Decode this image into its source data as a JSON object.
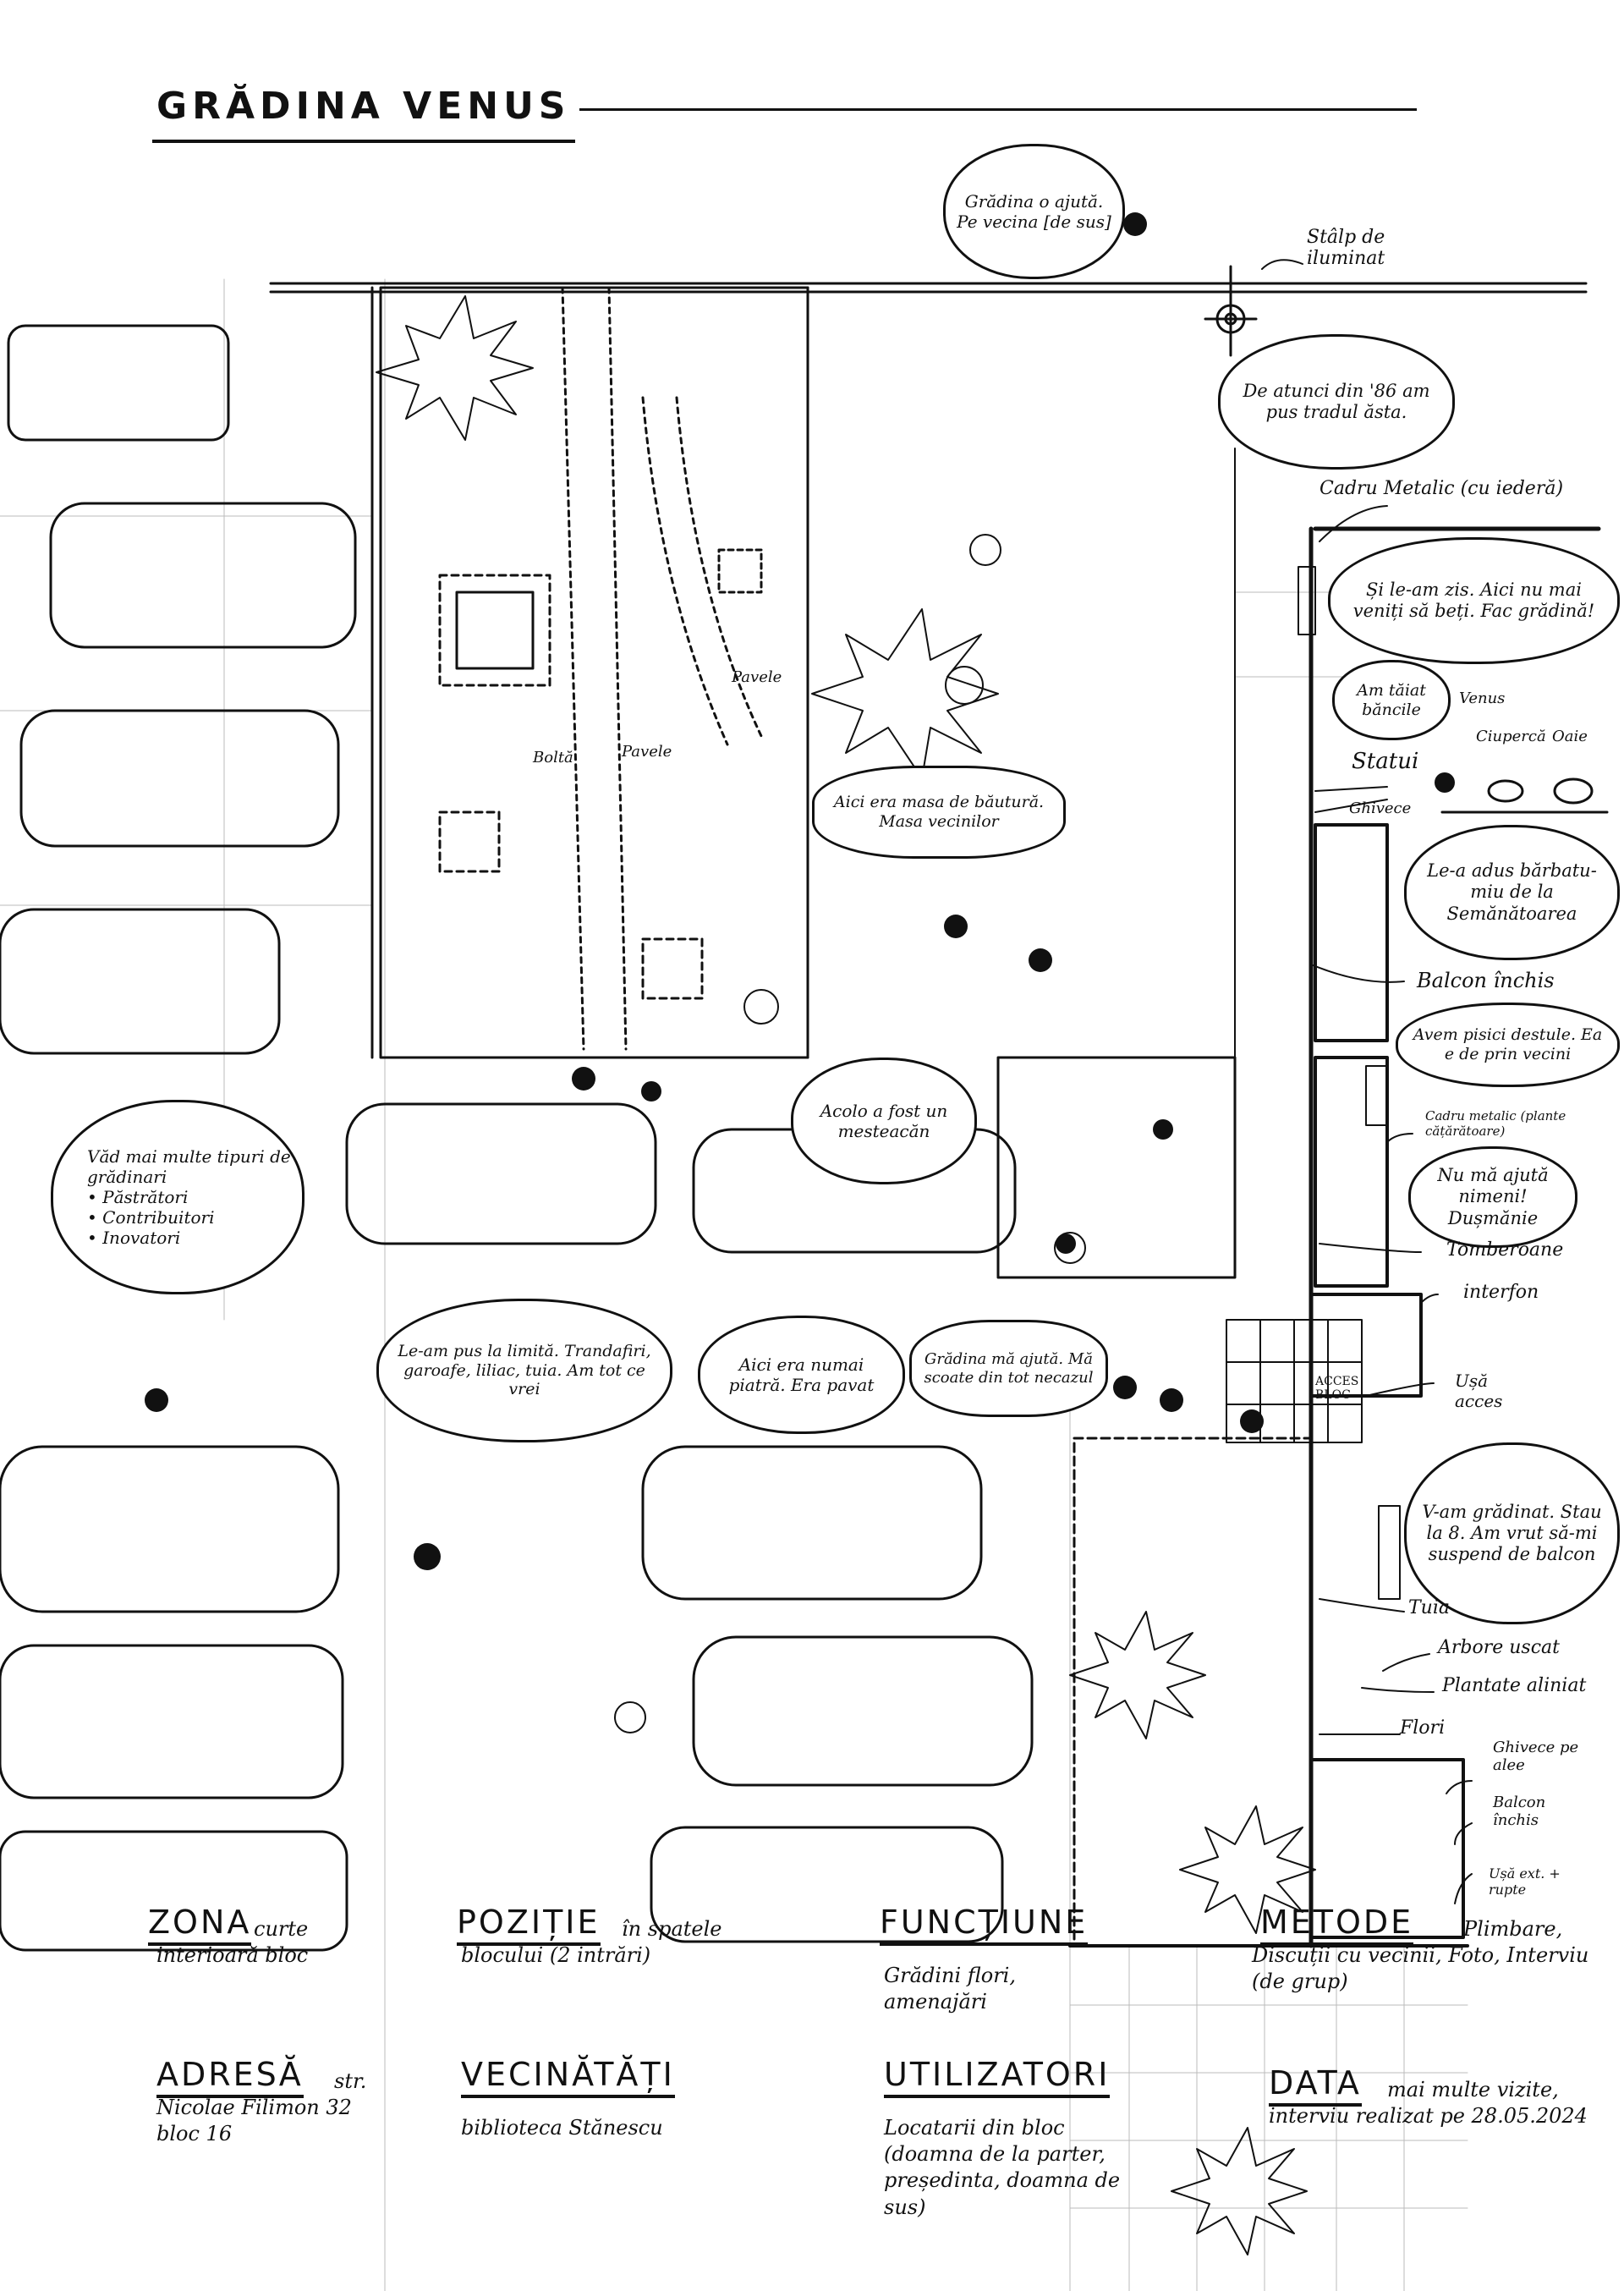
{
  "title": "GRĂDINA VENUS",
  "site_labels": {
    "stalp": "Stâlp de iluminat",
    "cadru_metalic_top": "Cadru Metalic (cu iederă)",
    "statui": "Statui",
    "statui_items": [
      "Venus",
      "Ciupercă",
      "Oaie"
    ],
    "ghivece": "Ghivece",
    "balcon_inchis": "Balcon închis",
    "cadru_metalic_mid": "Cadru metalic (plante cățărătoare)",
    "tomberoane": "Tomberoane",
    "interfon": "interfon",
    "usa_acces": "Ușă acces",
    "acces_bloc": "ACCES BLOC",
    "tuia": "Tuia",
    "arbore_uscat": "Arbore uscat",
    "plantate_aliniat": "Plantate aliniat",
    "flori": "Flori",
    "ghivece_alee": "Ghivece pe alee",
    "balcon_inchis_2": "Balcon închis",
    "usa_ext": "Ușă ext. + rupte",
    "pavele_1": "Pavele",
    "pavele_2": "Pavele",
    "bolta": "Boltă"
  },
  "bubbles": {
    "gradina_ajuta": "Grădina o ajută. Pe vecina [de sus]",
    "de_atunci": "De atunci din '86 am pus tradul ăsta.",
    "si_le_am_zis": "Și le-am zis. Aici nu mai veniți să beți. Fac grădină!",
    "am_taiat": "Am tăiat băncile",
    "masa": "Aici era masa de băutură. Masa vecinilor",
    "le_a_adus": "Le-a adus bărbatu-miu de la Semănătoarea",
    "avem_pisici": "Avem pisici destule. Ea e de prin vecini",
    "nu_ma_ajuta": "Nu mă ajută nimeni! Dușmănie",
    "acolo": "Acolo a fost un mesteacăn",
    "tipuri": {
      "heading": "Văd mai multe tipuri de grădinari",
      "items": [
        "Păstrători",
        "Contribuitori",
        "Inovatori"
      ]
    },
    "le_am_pus": "Le-am pus la limită. Trandafiri, garoafe, liliac, tuia. Am tot ce vrei",
    "aici_era": "Aici era numai piatră. Era pavat",
    "gradina_ma_ajuta": "Grădina mă ajută. Mă scoate din tot necazul",
    "v_am_gradinat": "V-am grădinat. Stau la 8. Am vrut să-mi suspend de balcon"
  },
  "info": {
    "zona": {
      "label": "ZONA",
      "value": "curte interioară bloc"
    },
    "pozitie": {
      "label": "POZIȚIE",
      "value": "în spatele blocului (2 intrări)"
    },
    "functiune": {
      "label": "FUNCȚIUNE",
      "value": "Grădini flori, amenajări"
    },
    "metode": {
      "label": "METODE",
      "value": "Plimbare, Discuții cu vecinii, Foto, Interviu (de grup)"
    },
    "adresa": {
      "label": "ADRESĂ",
      "value": "str. Nicolae Filimon 32 bloc 16"
    },
    "vecinatati": {
      "label": "VECINĂTĂȚI",
      "value": "biblioteca Stănescu"
    },
    "utilizatori": {
      "label": "UTILIZATORI",
      "value": "Locatarii din bloc (doamna de la parter, președinta, doamna de sus)"
    },
    "data": {
      "label": "DATA",
      "value": "mai multe vizite, interviu realizat pe 28.05.2024"
    }
  }
}
